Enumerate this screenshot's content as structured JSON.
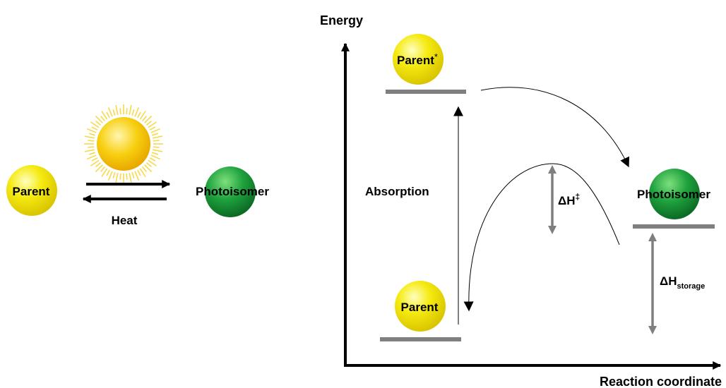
{
  "colors": {
    "parent_ball": "#f2e600",
    "parent_ball_highlight": "#ffffc0",
    "photoisomer_ball": "#1a9a3a",
    "photoisomer_ball_highlight": "#7de07d",
    "sun_core": "#f5c400",
    "sun_rays": "#f7d94a",
    "level_line": "#7f7f7f",
    "axis": "#000000"
  },
  "left_scheme": {
    "parent_label": "Parent",
    "photoisomer_label": "Photoisomer",
    "heat_label": "Heat",
    "light_source": "sun-icon"
  },
  "energy_diagram": {
    "y_axis_label": "Energy",
    "x_axis_label": "Reaction coordinate",
    "excited_parent": {
      "label": "Parent",
      "superscript": "*"
    },
    "ground_parent_label": "Parent",
    "photoisomer_label": "Photoisomer",
    "absorption_label": "Absorption",
    "activation_enthalpy": {
      "label": "ΔH",
      "superscript": "‡"
    },
    "storage_enthalpy": {
      "label": "ΔH",
      "subscript": "storage"
    }
  }
}
